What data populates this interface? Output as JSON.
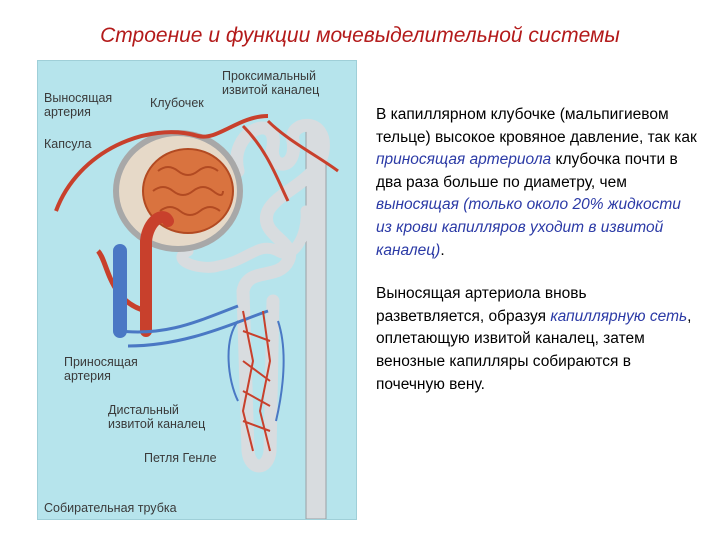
{
  "title": "Строение и функции мочевыделительной системы",
  "figure": {
    "labels": {
      "efferent_artery": "Выносящая\nартерия",
      "glomerulus": "Клубочек",
      "proximal_tubule": "Проксимальный\nизвитой каналец",
      "capsule": "Капсула",
      "afferent_artery": "Приносящая\nартерия",
      "distal_tubule": "Дистальный\nизвитой каналец",
      "henle_loop": "Петля Генле",
      "collecting_tube": "Собирательная трубка"
    },
    "colors": {
      "background": "#b6e4ec",
      "artery": "#c8402c",
      "vein": "#4a78c4",
      "tubule": "#d8dcdf"
    }
  },
  "paragraph1": {
    "t1": "В капиллярном клубочке (мальпигиевом тельце) высокое кровяное давление, так как ",
    "t2": "приносящая артериола",
    "t3": " клубочка почти в два раза больше по диаметру, чем ",
    "t4": "выносящая (только около 20% жидкости из крови капилляров уходит в извитой каналец)",
    "t5": "."
  },
  "paragraph2": {
    "t1": "Выносящая артериола вновь разветвляется, образуя ",
    "t2": "капиллярную сеть",
    "t3": ", оплетающую извитой каналец, затем венозные капилляры собираются в почечную вену."
  }
}
